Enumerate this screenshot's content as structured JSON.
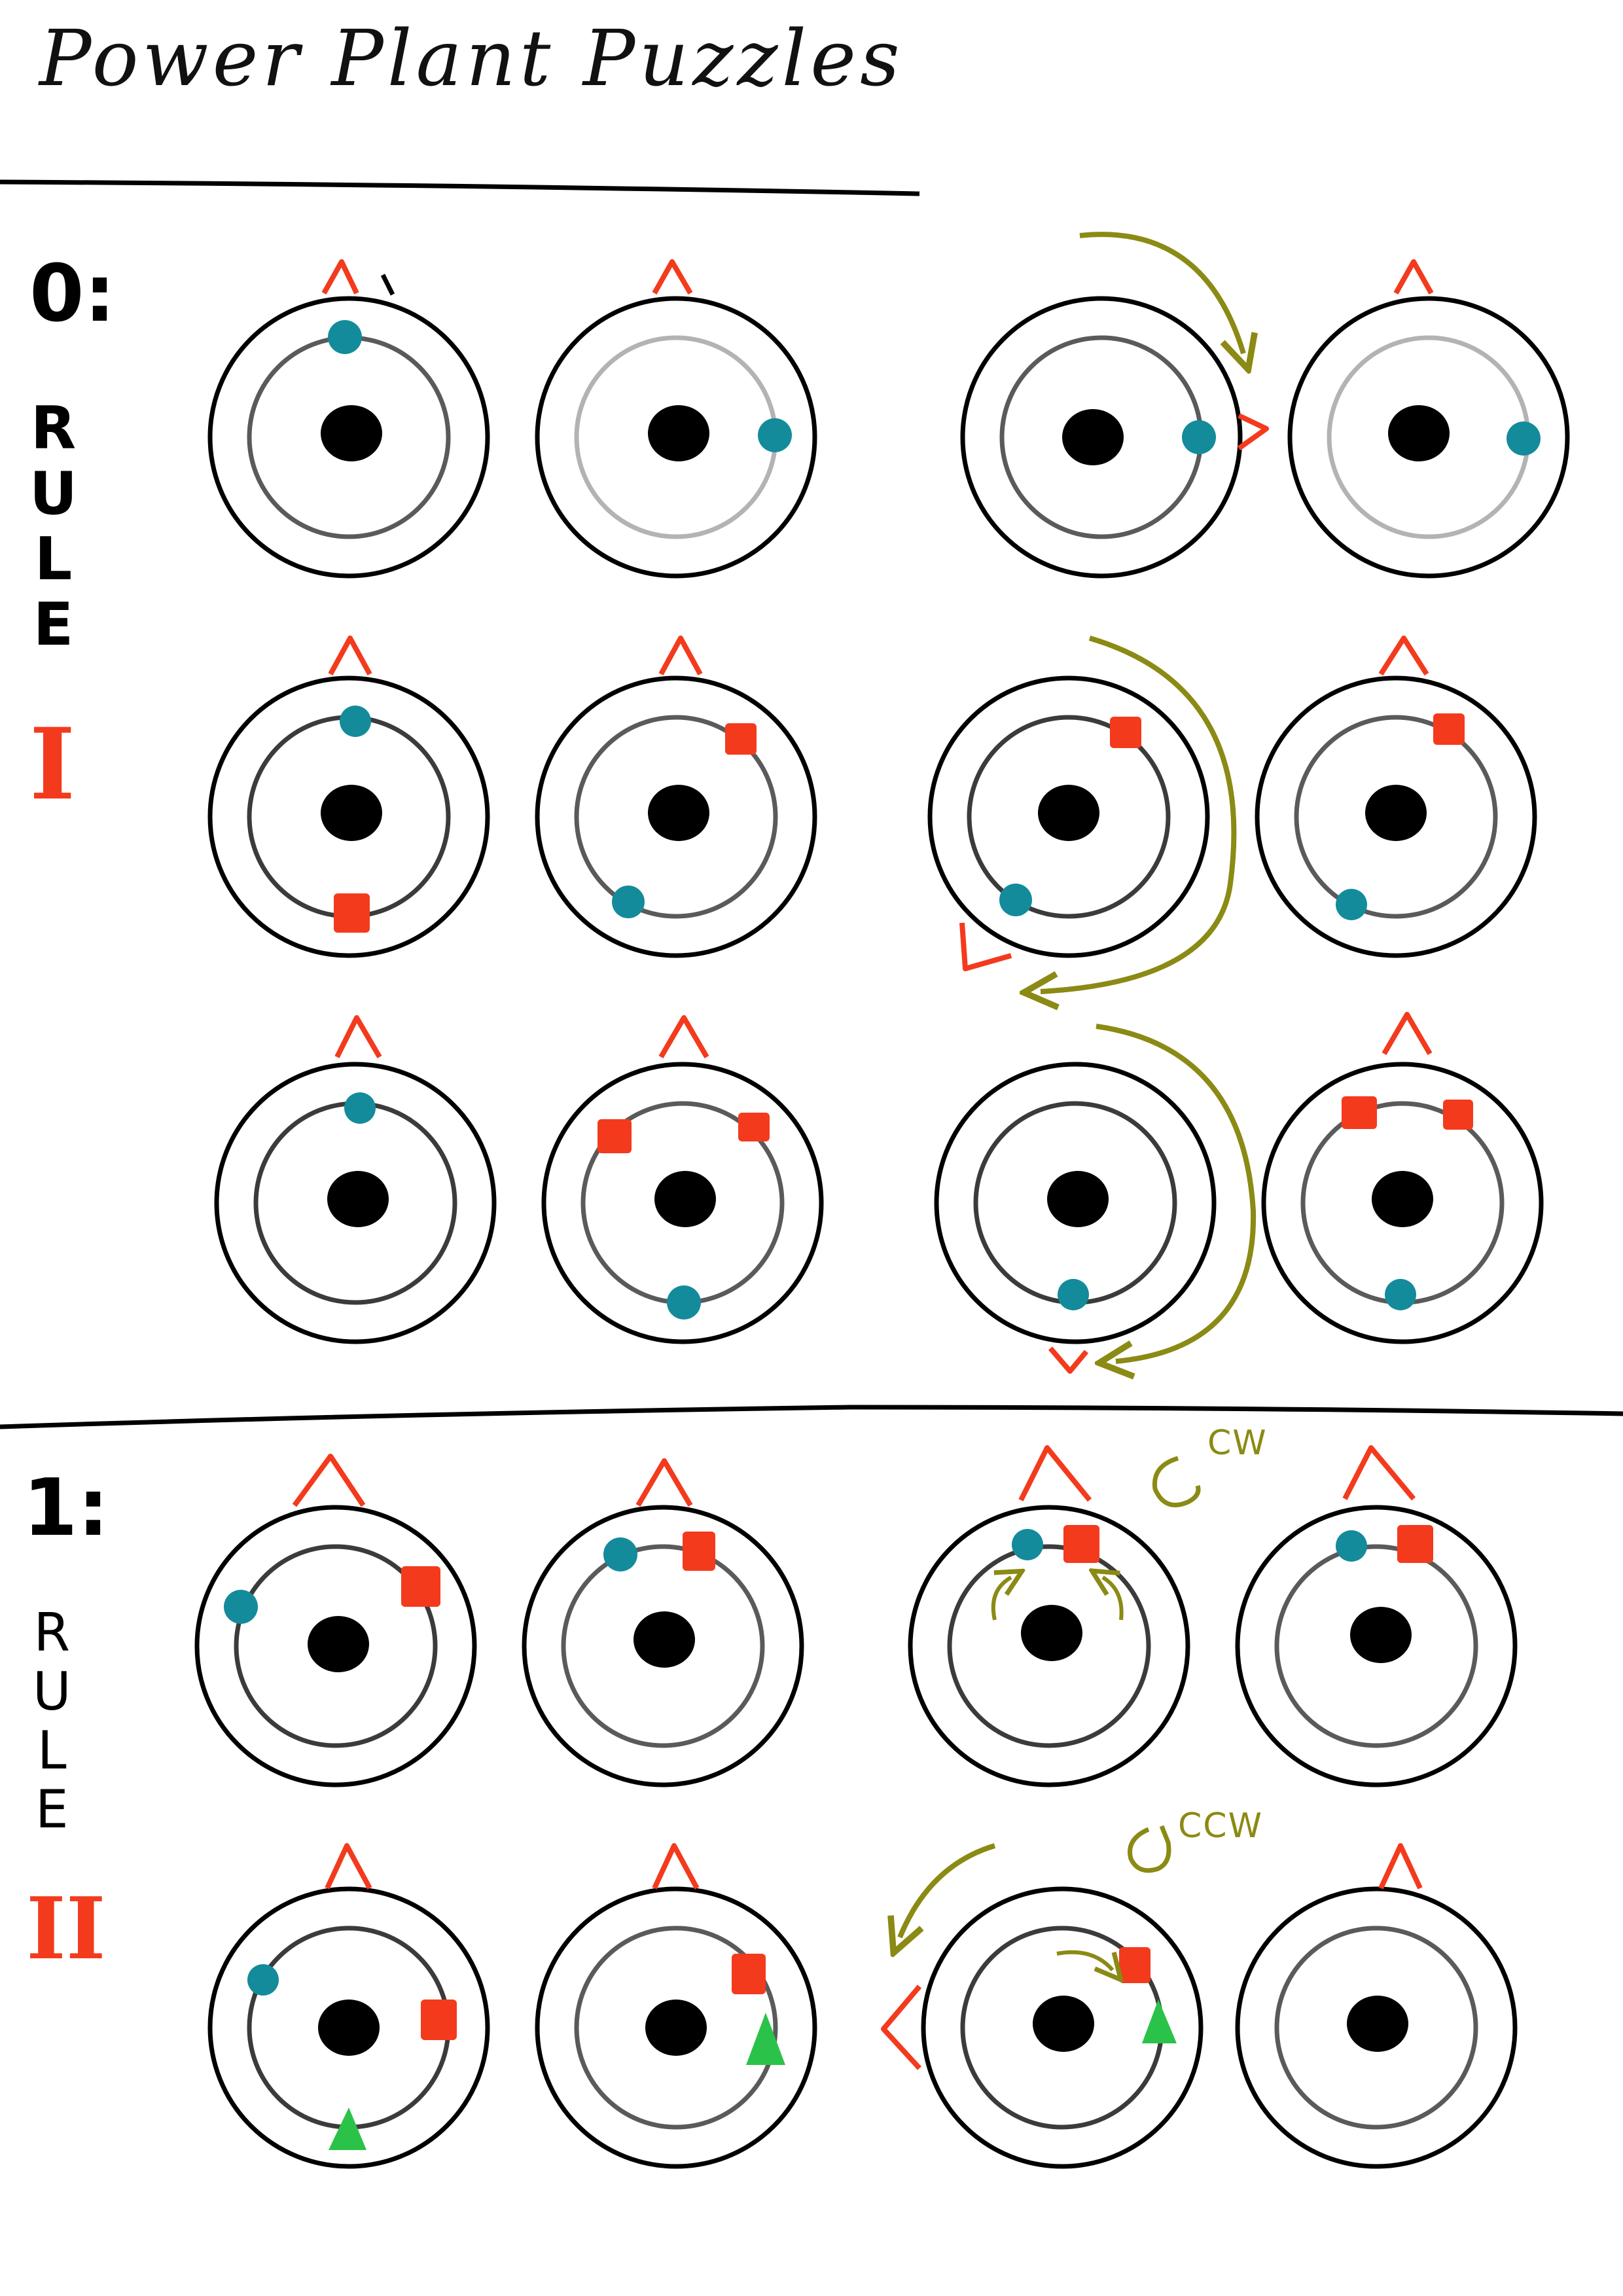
{
  "title": "Power Plant Puzzles",
  "sections": [
    {
      "number": "0:",
      "rule_word": [
        "R",
        "U",
        "L",
        "E"
      ],
      "rule_roman": "I"
    },
    {
      "number": "1:",
      "rule_word": [
        "R",
        "U",
        "L",
        "E"
      ],
      "rule_roman": "II"
    }
  ],
  "annotations": {
    "cw": "CW",
    "ccw": "CCW"
  },
  "colors": {
    "ink": "#000000",
    "red_marker": "#f43a1d",
    "teal_dot": "#138b9b",
    "green_triangle": "#2bc24a",
    "olive_arrow": "#8b8a14",
    "track_dark": "#3b3b3b",
    "track_mid": "#7a7a7a",
    "track_light": "#b3b3b3"
  }
}
